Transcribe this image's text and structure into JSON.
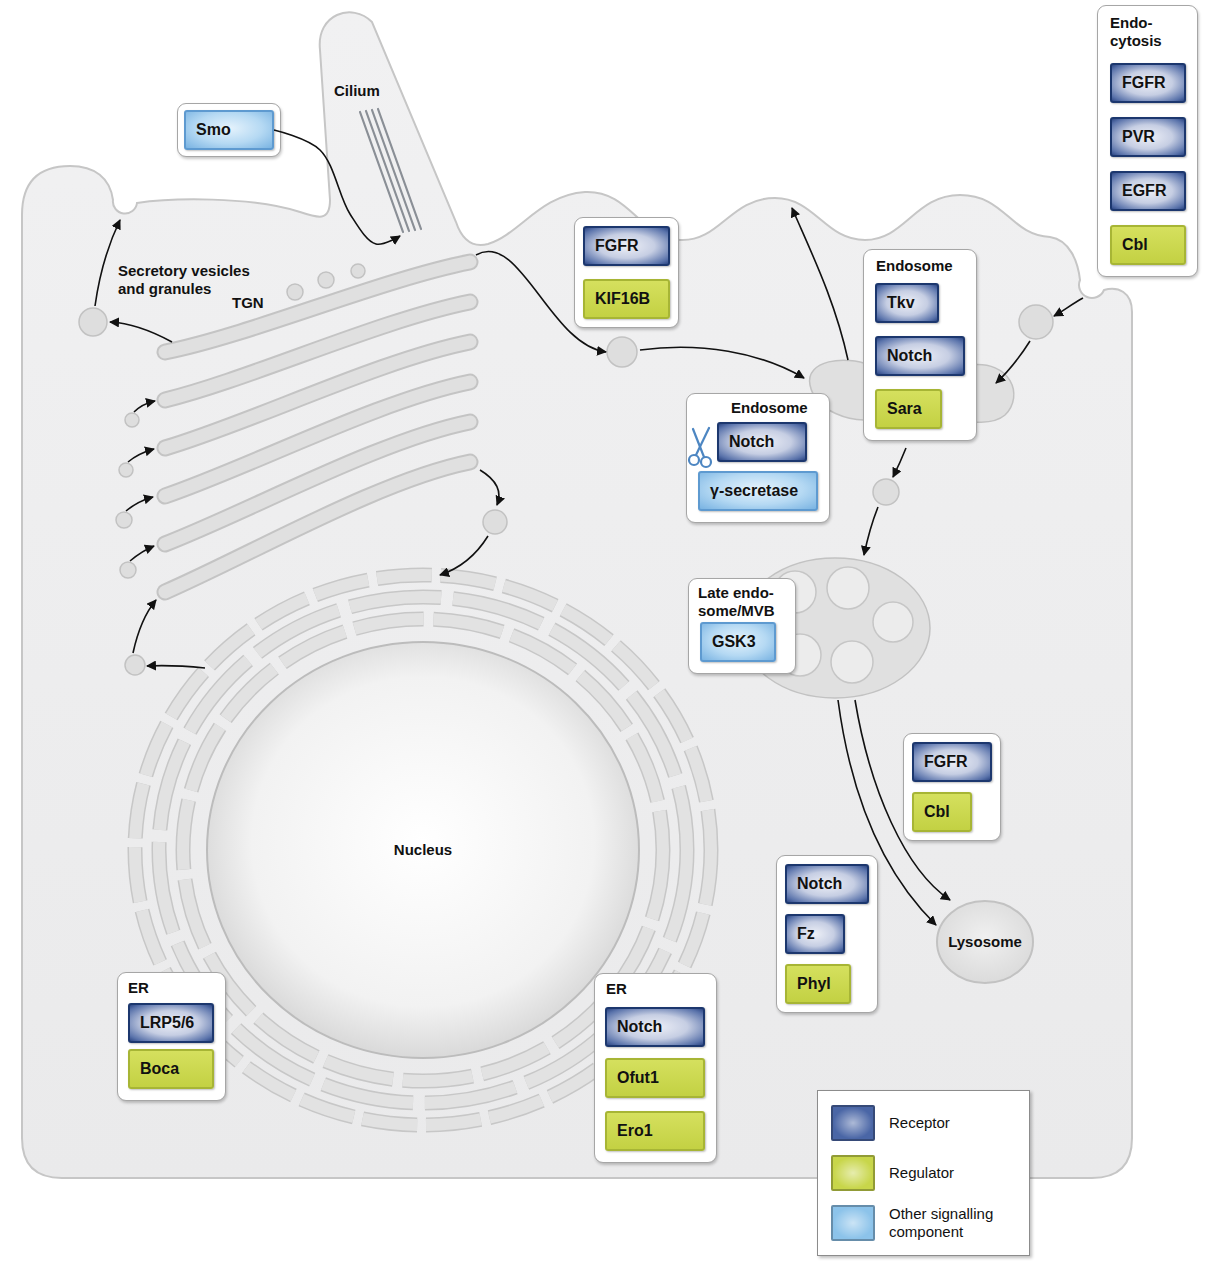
{
  "diagram": {
    "nodes": [
      {
        "text": [
          "Smo"
        ]
      },
      {
        "text": [
          "Cilium"
        ]
      },
      {
        "text": [
          "Endo- cytosis"
        ]
      },
      {
        "text": [
          "FGFR"
        ],
        "in": 2
      },
      {
        "text": [
          "PVR"
        ],
        "in": 2
      },
      {
        "text": [
          "EGFR"
        ],
        "in": 2
      },
      {
        "text": [
          "Cbl"
        ],
        "in": 2
      },
      {
        "text": [
          "FGFR"
        ]
      },
      {
        "text": [
          "KIF16B"
        ]
      },
      {
        "text": [
          "Endosome"
        ]
      },
      {
        "text": [
          "Tkv"
        ],
        "in": 9
      },
      {
        "text": [
          "Notch"
        ],
        "in": 9
      },
      {
        "text": [
          "Sara"
        ],
        "in": 9
      },
      {
        "text": [
          "Endosome"
        ]
      },
      {
        "text": [
          "Notch"
        ],
        "in": 13
      },
      {
        "text": [
          "γ-secretase"
        ],
        "in": 13
      },
      {
        "text": [
          "Late endo- some/MVB"
        ]
      },
      {
        "text": [
          "GSK3"
        ],
        "in": 16
      },
      {
        "text": [
          "FGFR"
        ]
      },
      {
        "text": [
          "Cbl"
        ]
      },
      {
        "text": [
          "Notch"
        ]
      },
      {
        "text": [
          "Fz"
        ]
      },
      {
        "text": [
          "Phyl"
        ]
      },
      {
        "text": [
          "Lysosome"
        ]
      },
      {
        "text": [
          "Nucleus"
        ]
      },
      {
        "text": [
          "ER"
        ]
      },
      {
        "text": [
          "LRP5/6"
        ],
        "in": 25
      },
      {
        "text": [
          "Boca"
        ],
        "in": 25
      },
      {
        "text": [
          "ER"
        ]
      },
      {
        "text": [
          "Notch"
        ],
        "in": 28
      },
      {
        "text": [
          "Ofut1"
        ],
        "in": 28
      },
      {
        "text": [
          "Ero1"
        ],
        "in": 28
      }
    ],
    "edges": [
      {
        "from": 0,
        "to": 1,
        "arrow": "to"
      }
    ],
    "labels": [
      "Secretory vesicles and granules",
      "TGN"
    ],
    "legend": [
      {
        "text": "Receptor",
        "color": "#4a66a6"
      },
      {
        "text": "Regulator",
        "color": "#c8d64a"
      },
      {
        "text": "Other signalling component",
        "color": "#8cc3ea"
      }
    ]
  }
}
